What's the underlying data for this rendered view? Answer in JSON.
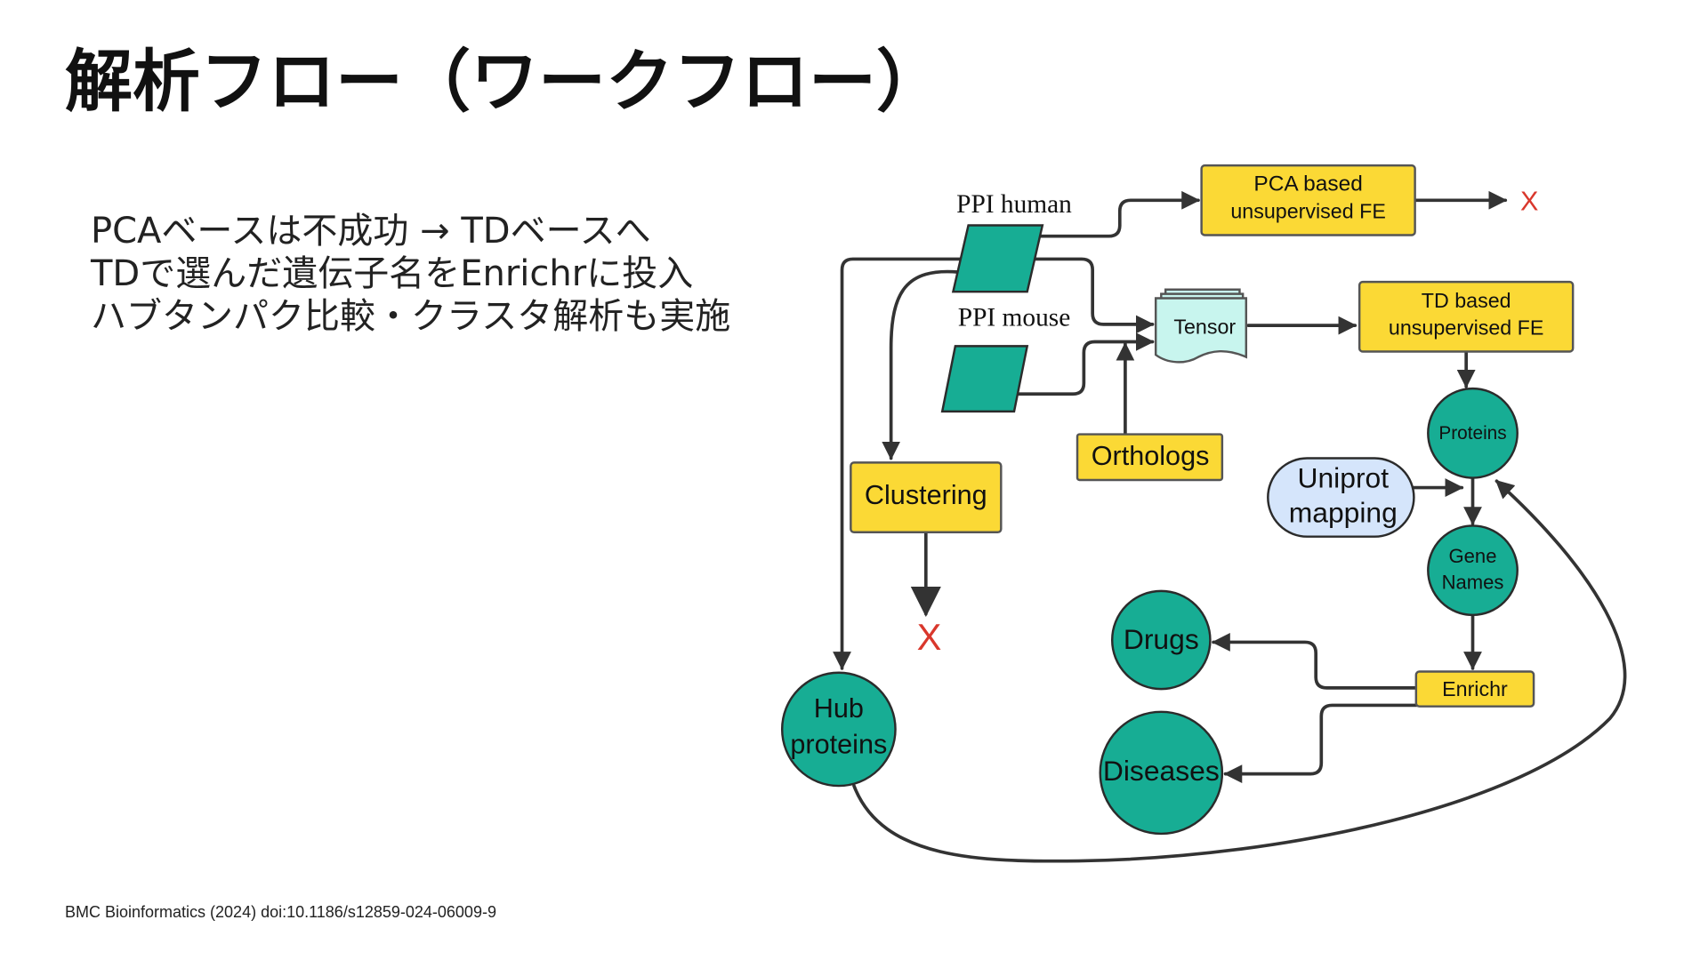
{
  "slide": {
    "title": "解析フロー（ワークフロー）",
    "bullets": [
      "PCAベースは不成功 → TDベースへ",
      "TDで選んだ遺伝子名をEnrichrに投入",
      "ハブタンパク比較・クラスタ解析も実施"
    ],
    "citation": "BMC Bioinformatics (2024) doi:10.1186/s12859-024-06009-9"
  },
  "diagram": {
    "ppi_human": "PPI human",
    "ppi_mouse": "PPI mouse",
    "pca_box": [
      "PCA based",
      "unsupervised FE"
    ],
    "pca_outcome": "X",
    "tensor": "Tensor",
    "td_box": [
      "TD based",
      "unsupervised FE"
    ],
    "orthologs": "Orthologs",
    "clustering": "Clustering",
    "clustering_outcome": "X",
    "proteins": "Proteins",
    "uniprot_mapping": [
      "Uniprot",
      "mapping"
    ],
    "gene_names": [
      "Gene",
      "Names"
    ],
    "enrichr": "Enrichr",
    "drugs": "Drugs",
    "diseases": "Diseases",
    "hub_proteins": [
      "Hub",
      "proteins"
    ]
  },
  "colors": {
    "node_teal": "#17ad94",
    "box_yellow": "#fbd935",
    "uniprot_blue": "#d5e5fb",
    "tensor_cyan": "#c8f5ee",
    "reject_red": "#d9372c",
    "arrow": "#333333"
  }
}
